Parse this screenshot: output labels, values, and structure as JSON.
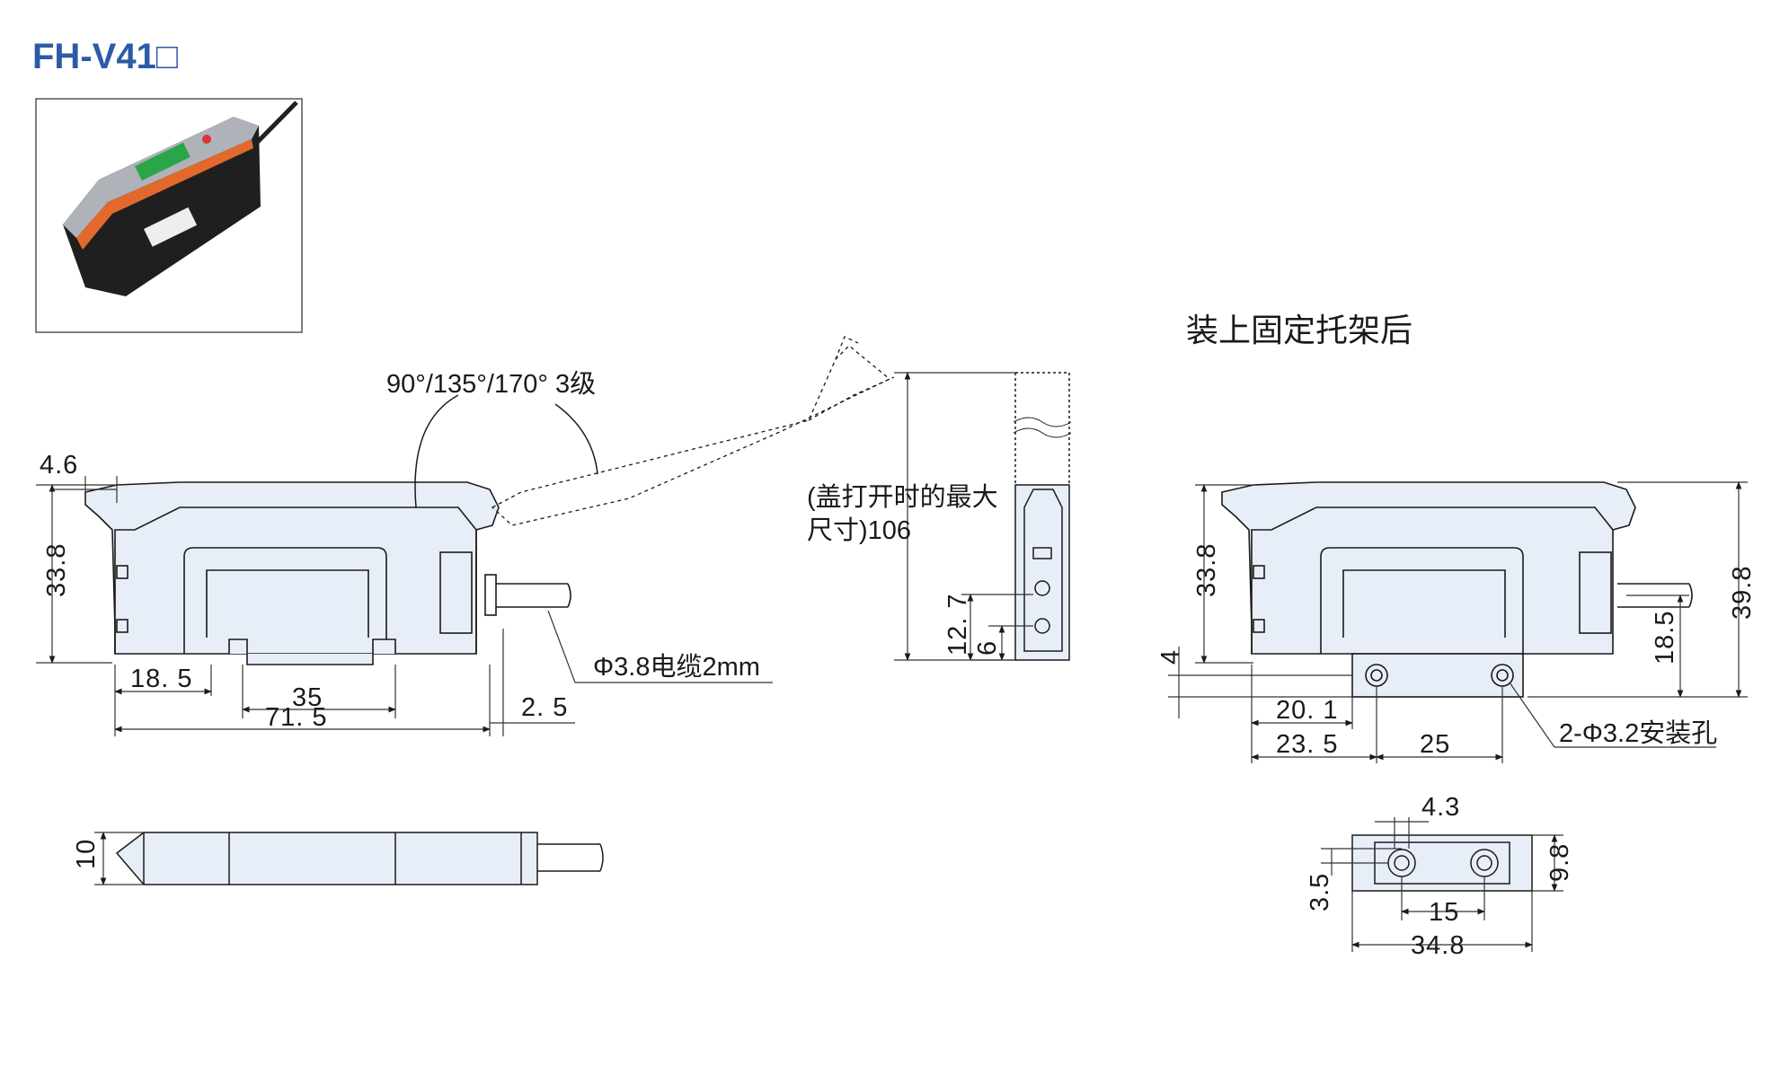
{
  "title": "FH-V41□",
  "colors": {
    "title": "#2d5aa6",
    "body_fill": "#e8eef8",
    "line": "#1a1a1a",
    "dim": "#333333"
  },
  "labels": {
    "rotation": "90°/135°/170° 3级",
    "cover_line1": "(盖打开时的最大",
    "cover_line2": "尺寸)106",
    "cable": "Φ3.8电缆2mm",
    "bracket_title": "装上固定托架后",
    "mount_hole": "2-Φ3.2安装孔"
  },
  "dims_front": {
    "d4_6": "4.6",
    "d33_8": "33.8",
    "d18_5": "18. 5",
    "d35": "35",
    "d71_5": "71. 5",
    "d2_5": "2. 5"
  },
  "dims_side": {
    "d12_7": "12. 7",
    "d6": "6"
  },
  "dims_top": {
    "d10": "10"
  },
  "dims_bracket": {
    "d33_8": "33.8",
    "d4": "4",
    "d20_1": "20. 1",
    "d23_5": "23. 5",
    "d25": "25",
    "d39_8": "39.8",
    "d18_5": "18.5"
  },
  "dims_bottom": {
    "d4_3": "4.3",
    "d9_8": "9.8",
    "d3_5": "3.5",
    "d15": "15",
    "d34_8": "34.8"
  }
}
